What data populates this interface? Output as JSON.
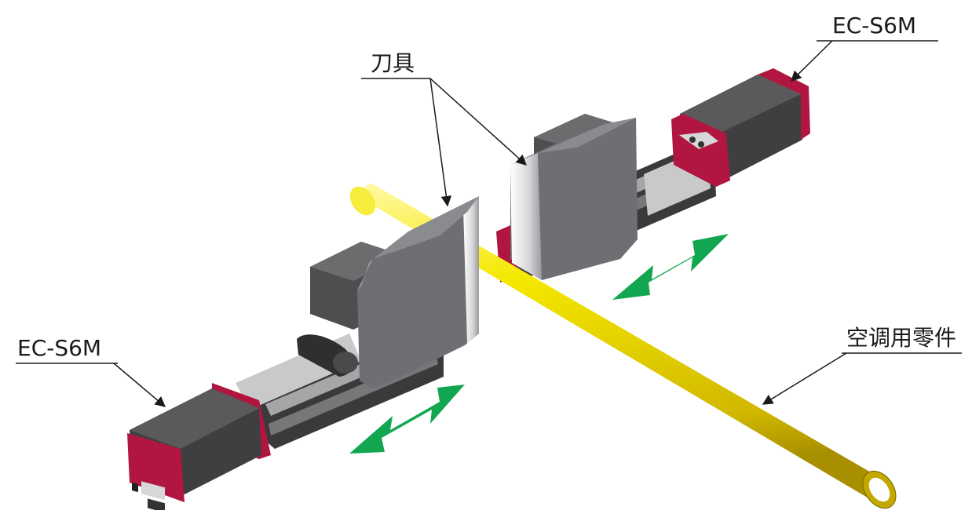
{
  "labels": {
    "actuator_top": "EC-S6M",
    "actuator_bottom": "EC-S6M",
    "tool": "刀具",
    "workpiece": "空调用零件"
  },
  "colors": {
    "motor_body": "#3f3f41",
    "cover_red": "#b0163f",
    "tool_gray": "#6e6f73",
    "pipe_yellow": "#f3e400",
    "arrow_green": "#13a650",
    "rail_gray": "#8a8a8c"
  }
}
